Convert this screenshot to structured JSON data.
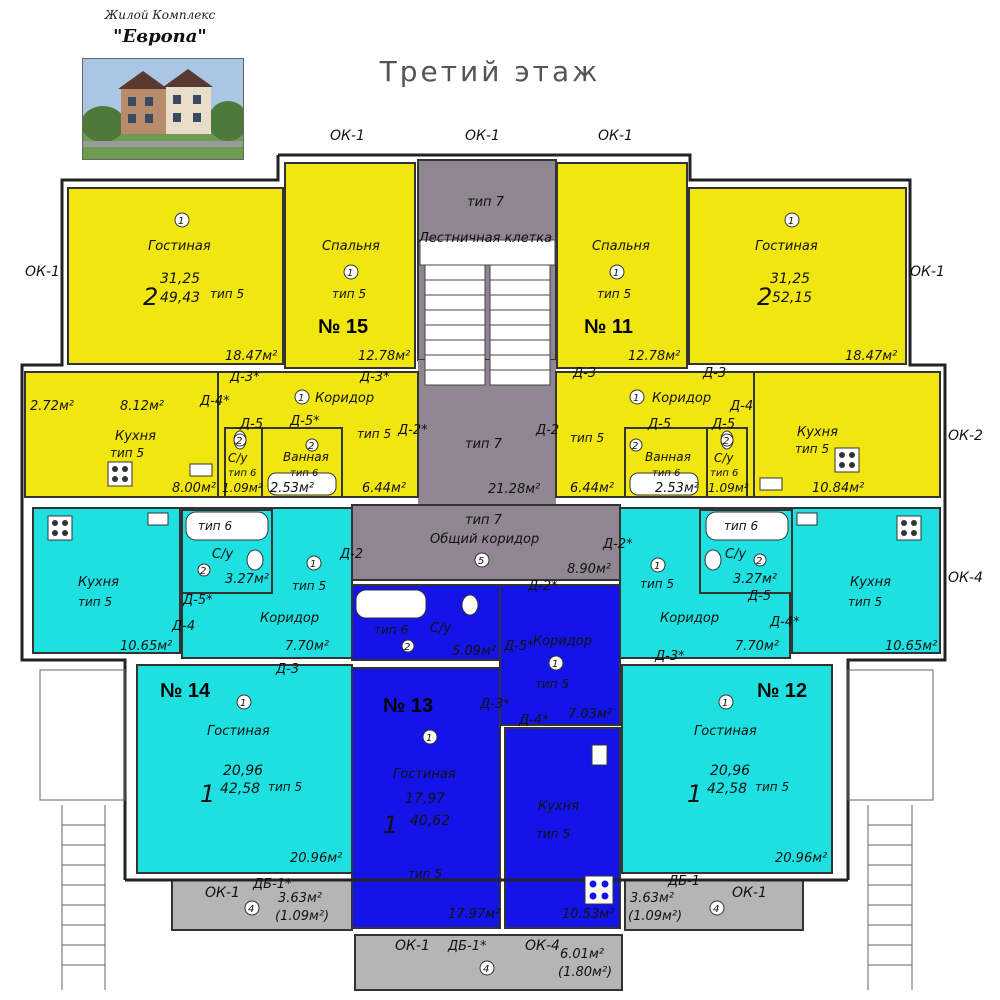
{
  "header": {
    "complex_line1": "Жилой Комплекс",
    "complex_line2": "\"Европа\"",
    "floor_title": "Третий этаж"
  },
  "colors": {
    "yellow": "#f2e610",
    "cyan": "#1fe0e0",
    "blue": "#1414e8",
    "gray": "#8f8691",
    "balcony": "#b5b5b5",
    "wall": "#333333"
  },
  "plan": {
    "windows": [
      "ОК-1",
      "ОК-1",
      "ОК-1",
      "ОК-1",
      "ОК-1",
      "ОК-2",
      "ОК-4",
      "ОК-1",
      "ОК-1",
      "ОК-1",
      "ОК-4"
    ],
    "stairs": {
      "name": "Лестничная клетка",
      "type": "тип 7"
    },
    "hall": {
      "type": "тип 7",
      "area": "21.28м²"
    },
    "corridor": {
      "name": "Общий коридор",
      "type": "тип 7",
      "area": "8.90м²",
      "num": "5"
    },
    "apartments": {
      "a15": {
        "label": "№ 15",
        "rooms_count": "2",
        "total": "49,43",
        "living_label": "Гостиная",
        "living_num": "1",
        "living_area": "31,25",
        "living_type": "тип 5",
        "bedroom_label": "Спальня",
        "bedroom_num": "1",
        "bedroom_type": "тип 5",
        "corridor_label": "Коридор",
        "corridor_num": "1",
        "corridor_type": "тип 5",
        "kitchen_label": "Кухня",
        "kitchen_type": "тип 5",
        "wc_label": "С/у",
        "wc_num": "2",
        "wc_type": "тип 6",
        "bath_label": "Ванная",
        "bath_num": "2",
        "bath_type": "тип 6",
        "areas": [
          "18.47м²",
          "12.78м²",
          "2.72м²",
          "8.12м²",
          "8.00м²",
          "1.09м²",
          "2.53м²",
          "6.44м²"
        ],
        "doors": [
          "Д-3*",
          "Д-3*",
          "Д-4*",
          "Д-5",
          "Д-5*",
          "Д-2*"
        ]
      },
      "a11": {
        "label": "№ 11",
        "rooms_count": "2",
        "total": "52,15",
        "living_label": "Гостиная",
        "living_num": "1",
        "living_area": "31,25",
        "bedroom_label": "Спальня",
        "bedroom_num": "1",
        "bedroom_type": "тип 5",
        "corridor_label": "Коридор",
        "corridor_num": "1",
        "corridor_type": "тип 5",
        "kitchen_label": "Кухня",
        "kitchen_type": "тип 5",
        "wc_label": "С/у",
        "wc_num": "2",
        "wc_type": "тип 6",
        "bath_label": "Ванная",
        "bath_num": "2",
        "bath_type": "тип 6",
        "areas": [
          "12.78м²",
          "18.47м²",
          "6.44м²",
          "2.53м²",
          "1.09м²",
          "10.84м²"
        ],
        "doors": [
          "Д-3",
          "Д-3",
          "Д-2",
          "Д-4",
          "Д-5",
          "Д-5"
        ]
      },
      "a14": {
        "label": "№ 14",
        "rooms_count": "1",
        "total": "42,58",
        "living_label": "Гостиная",
        "living_num": "1",
        "living_area": "20,96",
        "living_type": "тип 5",
        "kitchen_label": "Кухня",
        "kitchen_type": "тип 5",
        "wc_label": "С/у",
        "wc_num": "2",
        "wc_type": "тип 6",
        "corridor_label": "Коридор",
        "corridor_num": "1",
        "corridor_type": "тип 5",
        "areas": [
          "10.65м²",
          "3.27м²",
          "7.70м²",
          "20.96м²",
          "3.63м²",
          "(1.09м²)"
        ],
        "doors": [
          "Д-2",
          "Д-5*",
          "Д-4",
          "Д-3",
          "ДБ-1*"
        ],
        "balcony_num": "4"
      },
      "a12": {
        "label": "№ 12",
        "rooms_count": "1",
        "total": "42,58",
        "living_label": "Гостиная",
        "living_num": "1",
        "living_area": "20,96",
        "living_type": "тип 5",
        "kitchen_label": "Кухня",
        "kitchen_type": "тип 5",
        "wc_label": "С/у",
        "wc_num": "2",
        "wc_type": "тип 6",
        "corridor_label": "Коридор",
        "corridor_num": "1",
        "corridor_type": "тип 5",
        "areas": [
          "3.27м²",
          "10.65м²",
          "7.70м²",
          "20.96м²",
          "3.63м²",
          "(1.09м²)"
        ],
        "doors": [
          "Д-2*",
          "Д-5",
          "Д-4*",
          "Д-3*",
          "ДБ-1"
        ],
        "balcony_num": "4"
      },
      "a13": {
        "label": "№ 13",
        "rooms_count": "1",
        "total": "40,62",
        "living_label": "Гостиная",
        "living_num": "1",
        "living_area": "17,97",
        "living_type": "тип 5",
        "kitchen_label": "Кухня",
        "kitchen_type": "тип 5",
        "wc_label": "С/у",
        "wc_num": "2",
        "wc_type": "тип 6",
        "corridor_label": "Коридор",
        "corridor_num": "1",
        "corridor_type": "тип 5",
        "areas": [
          "5.09м²",
          "7.03м²",
          "17.97м²",
          "10.53м²",
          "6.01м²",
          "(1.80м²)"
        ],
        "doors": [
          "Д-2*",
          "Д-5*",
          "Д-3*",
          "Д-4*",
          "ДБ-1*"
        ],
        "balcony_num": "4"
      }
    }
  }
}
